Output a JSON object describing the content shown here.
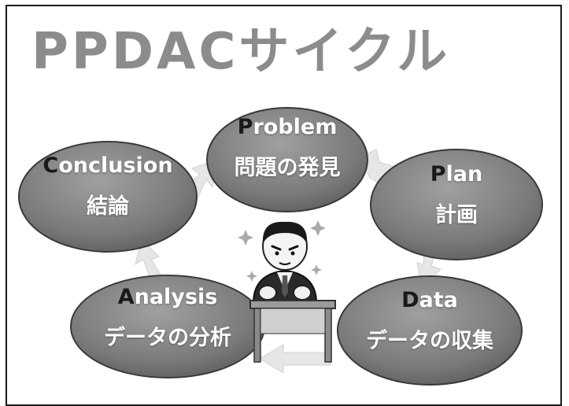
{
  "title": "PPDACサイクル",
  "colors": {
    "node_fill": "#7a7a7a",
    "node_edge": "#3a3a3a",
    "arrow": "#e6e6e6",
    "title": "#8c8c8c"
  },
  "nodes": {
    "problem": {
      "initial": "P",
      "rest": "roblem",
      "ja": "問題の発見"
    },
    "plan": {
      "initial": "P",
      "rest": "lan",
      "ja": "計画"
    },
    "data": {
      "initial": "D",
      "rest": "ata",
      "ja": "データの収集"
    },
    "analysis": {
      "initial": "A",
      "rest": "nalysis",
      "ja": "データの分析"
    },
    "conclusion": {
      "initial": "C",
      "rest": "onclusion",
      "ja": "結論"
    }
  },
  "illustration": "businessman-at-desk"
}
